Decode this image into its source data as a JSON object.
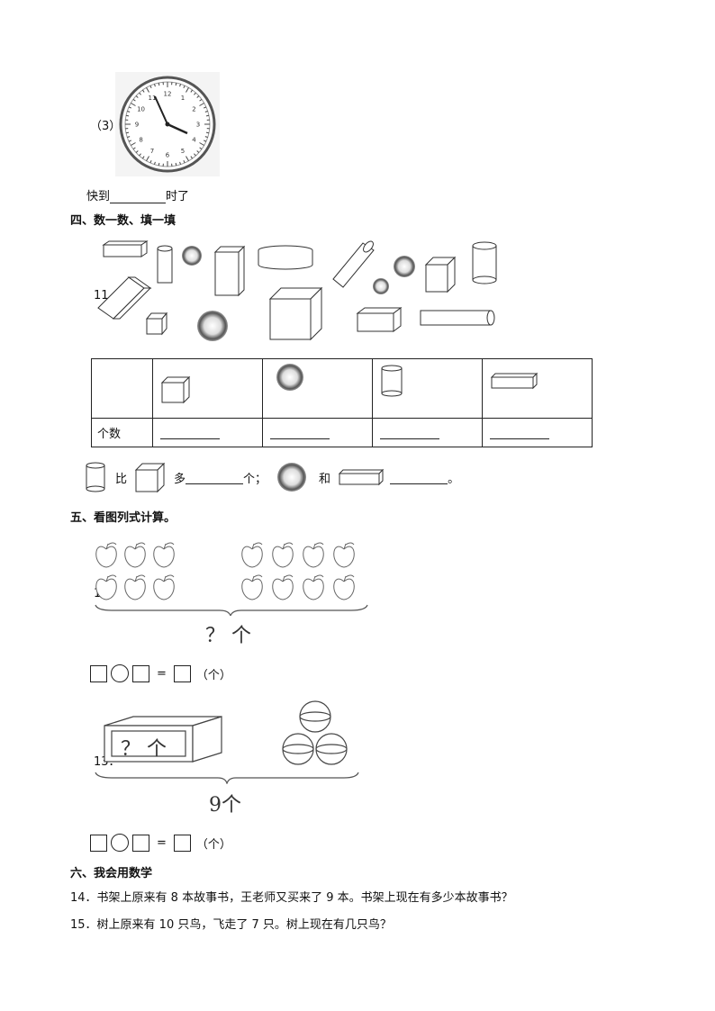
{
  "q3": {
    "label": "（3）",
    "prompt_before": "快到",
    "prompt_after": "时了"
  },
  "section4": {
    "title": "四、数一数、填一填",
    "q11": {
      "number": "11．",
      "row_label": "个数",
      "compare_mid": "比",
      "compare_more": "多",
      "compare_unit": "个；",
      "compare_and": "和",
      "compare_end": "。"
    }
  },
  "section5": {
    "title": "五、看图列式计算。",
    "q12": {
      "number": "12．",
      "question": "？ 个",
      "equals": "=",
      "unit": "（个）"
    },
    "q13": {
      "number": "13．",
      "box_text": "？ 个",
      "total": "9个",
      "equals": "=",
      "unit": "（个）"
    }
  },
  "section6": {
    "title": "六、我会用数学",
    "q14": "14．书架上原来有 8 本故事书，王老师又买来了 9 本。书架上现在有多少本故事书？",
    "q15": "15．树上原来有 10 只鸟，飞走了 7 只。树上现在有几只鸟？"
  },
  "clock": {
    "numbers": [
      "12",
      "1",
      "2",
      "3",
      "4",
      "5",
      "6",
      "7",
      "8",
      "9",
      "10",
      "11"
    ]
  }
}
